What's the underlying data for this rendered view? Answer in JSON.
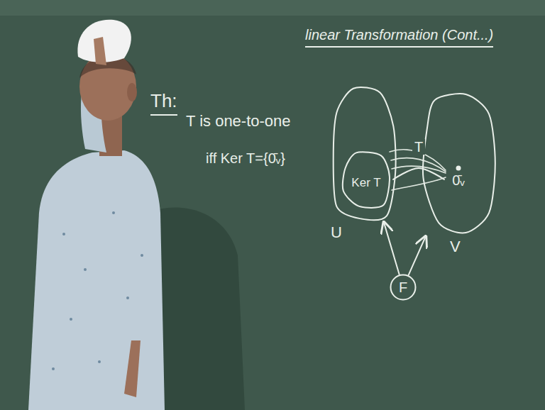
{
  "diagram": {
    "title": "linear Transformation (Cont...)",
    "nodes": [
      {
        "text": [
          "U"
        ]
      },
      {
        "text": [
          "Ker T"
        ],
        "in": 0
      },
      {
        "text": [
          "V"
        ]
      },
      {
        "text": [
          "0̄ᵥ"
        ],
        "in": 2
      },
      {
        "text": [
          "F"
        ]
      }
    ],
    "edges": [
      {
        "from": 1,
        "to": 3,
        "label": "T",
        "arrow": "none"
      },
      {
        "from": 4,
        "to": 0,
        "arrow": "to"
      },
      {
        "from": 4,
        "to": 2,
        "arrow": "to"
      }
    ],
    "labels": [
      "Th:",
      "T is one-to-one",
      "iff Ker T={0̄ᵥ}"
    ]
  }
}
